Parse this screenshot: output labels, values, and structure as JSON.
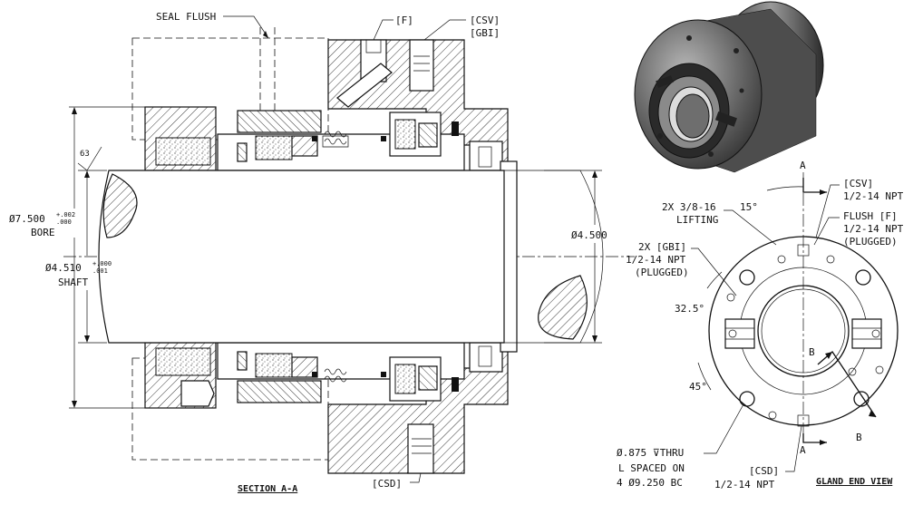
{
  "section_view": {
    "title": "SECTION A-A",
    "labels": {
      "seal_flush": "SEAL FLUSH",
      "port_f": "[F]",
      "port_csv": "[CSV]",
      "port_gbi": "[GBI]",
      "port_csd": "[CSD]",
      "surface_finish": "63",
      "bore_dim": "Ø7.500",
      "bore_tol_upper": "+.002",
      "bore_tol_lower": ".000",
      "bore_text": "BORE",
      "shaft_dim": "Ø4.510",
      "shaft_tol_upper": "+.000",
      "shaft_tol_lower": ".001",
      "shaft_text": "SHAFT",
      "od_dim": "Ø4.500"
    }
  },
  "gland_view": {
    "title": "GLAND END VIEW",
    "labels": {
      "section_a_top": "A",
      "section_a_bottom": "A",
      "section_b_left": "B",
      "section_b_right": "B",
      "csv_tag": "[CSV]",
      "csv_thread": "1/2-14 NPT",
      "flush_tag": "FLUSH [F]",
      "flush_thread": "1/2-14 NPT",
      "flush_note": "(PLUGGED)",
      "lifting_line1": "2X 3/8-16",
      "lifting_line2": "LIFTING",
      "gbi_tag": "2X [GBI]",
      "gbi_thread": "1/2-14 NPT",
      "gbi_note": "(PLUGGED)",
      "angle_15": "15°",
      "angle_32": "32.5°",
      "angle_45": "45°",
      "thru_line1": "Ø.875 ⊽THRU",
      "thru_line2": "L SPACED ON",
      "thru_line3": "4 Ø9.250 BC",
      "csd_tag": "[CSD]",
      "csd_thread": "1/2-14 NPT"
    }
  },
  "iso_view": {
    "body_color": "#5b5b5b",
    "highlight_color": "#a9a9a9",
    "shadow_color": "#2a2a2a"
  }
}
